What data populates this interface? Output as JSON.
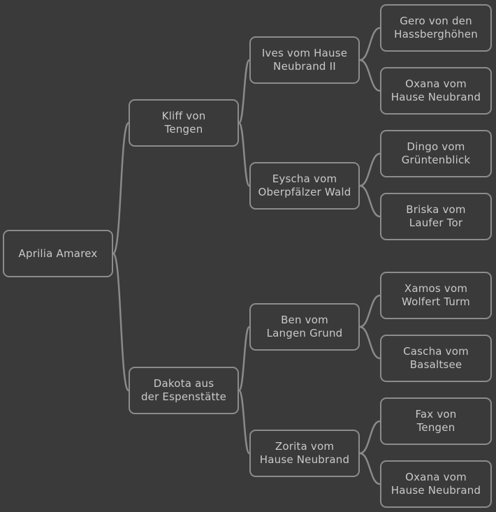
{
  "pedigree": {
    "subject": "Aprilia Amarex",
    "sire": "Kliff von\nTengen",
    "dam": "Dakota aus\nder Espenstätte",
    "sire_sire": "Ives vom Hause\nNeubrand II",
    "sire_dam": "Eyscha vom\nOberpfälzer Wald",
    "dam_sire": "Ben vom\nLangen Grund",
    "dam_dam": "Zorita vom\nHause Neubrand",
    "sire_sire_sire": "Gero von den\nHassberghöhen",
    "sire_sire_dam": "Oxana vom\nHause Neubrand",
    "sire_dam_sire": "Dingo vom\nGrüntenblick",
    "sire_dam_dam": "Briska vom\nLaufer Tor",
    "dam_sire_sire": "Xamos vom\nWolfert Turm",
    "dam_sire_dam": "Cascha vom\nBasaltsee",
    "dam_dam_sire": "Fax von\nTengen",
    "dam_dam_dam": "Oxana vom\nHause Neubrand"
  },
  "colors": {
    "background": "#3a3a3a",
    "line": "#8a8a8a",
    "text": "#c9c9c9"
  }
}
